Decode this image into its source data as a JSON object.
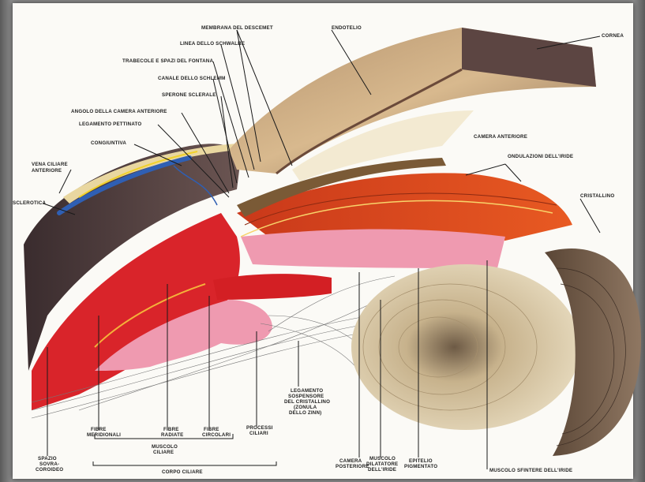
{
  "labels": {
    "membrana_descemet": "MEMBRANA DEL DESCEMET",
    "endotelio": "ENDOTELIO",
    "cornea": "CORNEA",
    "linea_schwalbe": "LINEA DELLO SCHWALBE",
    "trabecole": "TRABECOLE E SPAZI DEL FONTANA",
    "canale_schlemm": "CANALE DELLO SCHLEMM",
    "sperone_sclerale": "SPERONE SCLERALE",
    "angolo_camera": "ANGOLO DELLA CAMERA ANTERIORE",
    "legamento_pettinato": "LEGAMENTO PETTINATO",
    "congiuntiva": "CONGIUNTIVA",
    "vena_ciliare_1": "VENA CILIARE",
    "vena_ciliare_2": "ANTERIORE",
    "sclerotica": "SCLEROTICA",
    "camera_anteriore": "CAMERA ANTERIORE",
    "ondulazioni_iride": "ONDULAZIONI DELL'IRIDE",
    "cristallino": "CRISTALLINO",
    "fibre_meridionali_1": "FIBRE",
    "fibre_meridionali_2": "MERIDIONALI",
    "fibre_radiate_1": "FIBRE",
    "fibre_radiate_2": "RADIATE",
    "fibre_circolari_1": "FIBRE",
    "fibre_circolari_2": "CIRCOLARI",
    "processi_ciliari_1": "PROCESSI",
    "processi_ciliari_2": "CILIARI",
    "muscolo_ciliare_1": "MUSCOLO",
    "muscolo_ciliare_2": "CILIARE",
    "corpo_ciliare": "CORPO CILIARE",
    "spazio_sovracoroideo_1": "SPAZIO",
    "spazio_sovracoroideo_2": "SOVRA-",
    "spazio_sovracoroideo_3": "COROIDEO",
    "legamento_sospensore_1": "LEGAMENTO",
    "legamento_sospensore_2": "SOSPENSORE",
    "legamento_sospensore_3": "DEL CRISTALLINO",
    "legamento_sospensore_4": "(ZONULA",
    "legamento_sospensore_5": "DELLO ZINN)",
    "camera_posteriore_1": "CAMERA",
    "camera_posteriore_2": "POSTERIORE",
    "muscolo_dilatatore_1": "MUSCOLO",
    "muscolo_dilatatore_2": "DILATATORE",
    "muscolo_dilatatore_3": "DELL'IRIDE",
    "epitelio_pigmentato_1": "EPITELIO",
    "epitelio_pigmentato_2": "PIGMENTATO",
    "muscolo_sfintere": "MUSCOLO SFINTERE DELL'IRIDE"
  },
  "colors": {
    "cornea": "#c8a77c",
    "sclera": "#4a3b3c",
    "ciliary_muscle": "#d9242a",
    "iris": "#e6671f",
    "iris_pink": "#ef9ab0",
    "lens": "#d8c9a6",
    "vein": "#2f5fb3",
    "frame": "#8a8a8a"
  }
}
